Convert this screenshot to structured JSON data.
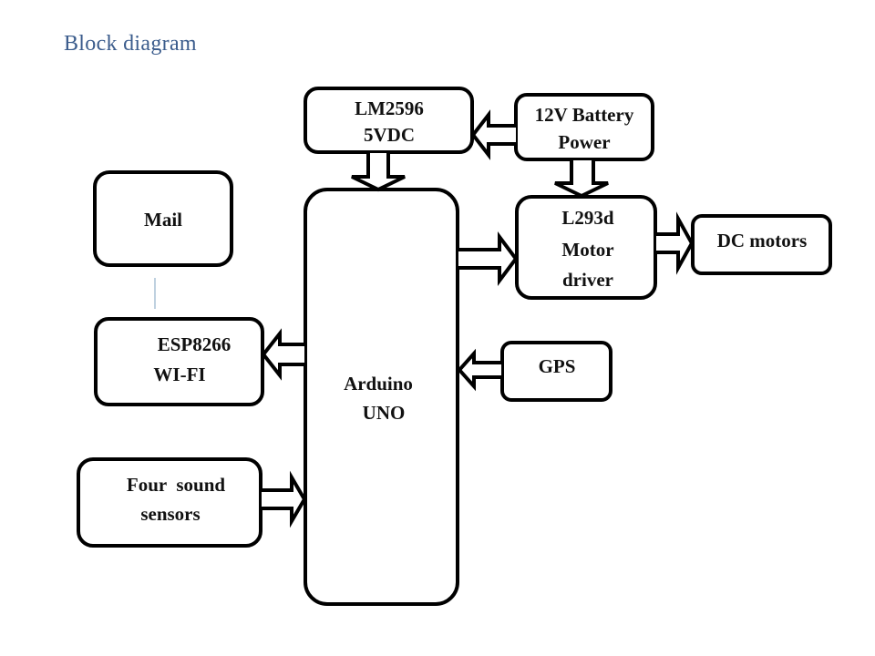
{
  "title": "Block diagram",
  "blocks": {
    "lm2596": {
      "lines": [
        "LM2596",
        "5VDC"
      ]
    },
    "battery": {
      "lines": [
        "12V Battery",
        "Power"
      ]
    },
    "mail": {
      "lines": [
        "Mail"
      ]
    },
    "arduino": {
      "lines": [
        "Arduino",
        "UNO"
      ]
    },
    "l293d": {
      "lines": [
        "L293d",
        "Motor",
        "driver"
      ]
    },
    "dc_motors": {
      "lines": [
        "DC motors"
      ]
    },
    "esp8266": {
      "lines": [
        "ESP8266",
        "WI-FI"
      ]
    },
    "gps": {
      "lines": [
        "GPS"
      ]
    },
    "sound_sensors": {
      "lines": [
        "Four  sound",
        "sensors"
      ]
    }
  },
  "connections": [
    {
      "from": "battery",
      "to": "lm2596"
    },
    {
      "from": "lm2596",
      "to": "arduino"
    },
    {
      "from": "battery",
      "to": "l293d"
    },
    {
      "from": "arduino",
      "to": "l293d"
    },
    {
      "from": "l293d",
      "to": "dc_motors"
    },
    {
      "from": "arduino",
      "to": "esp8266"
    },
    {
      "from": "gps",
      "to": "arduino"
    },
    {
      "from": "sound_sensors",
      "to": "arduino"
    },
    {
      "from": "esp8266",
      "to": "mail",
      "style": "thin-line"
    }
  ]
}
